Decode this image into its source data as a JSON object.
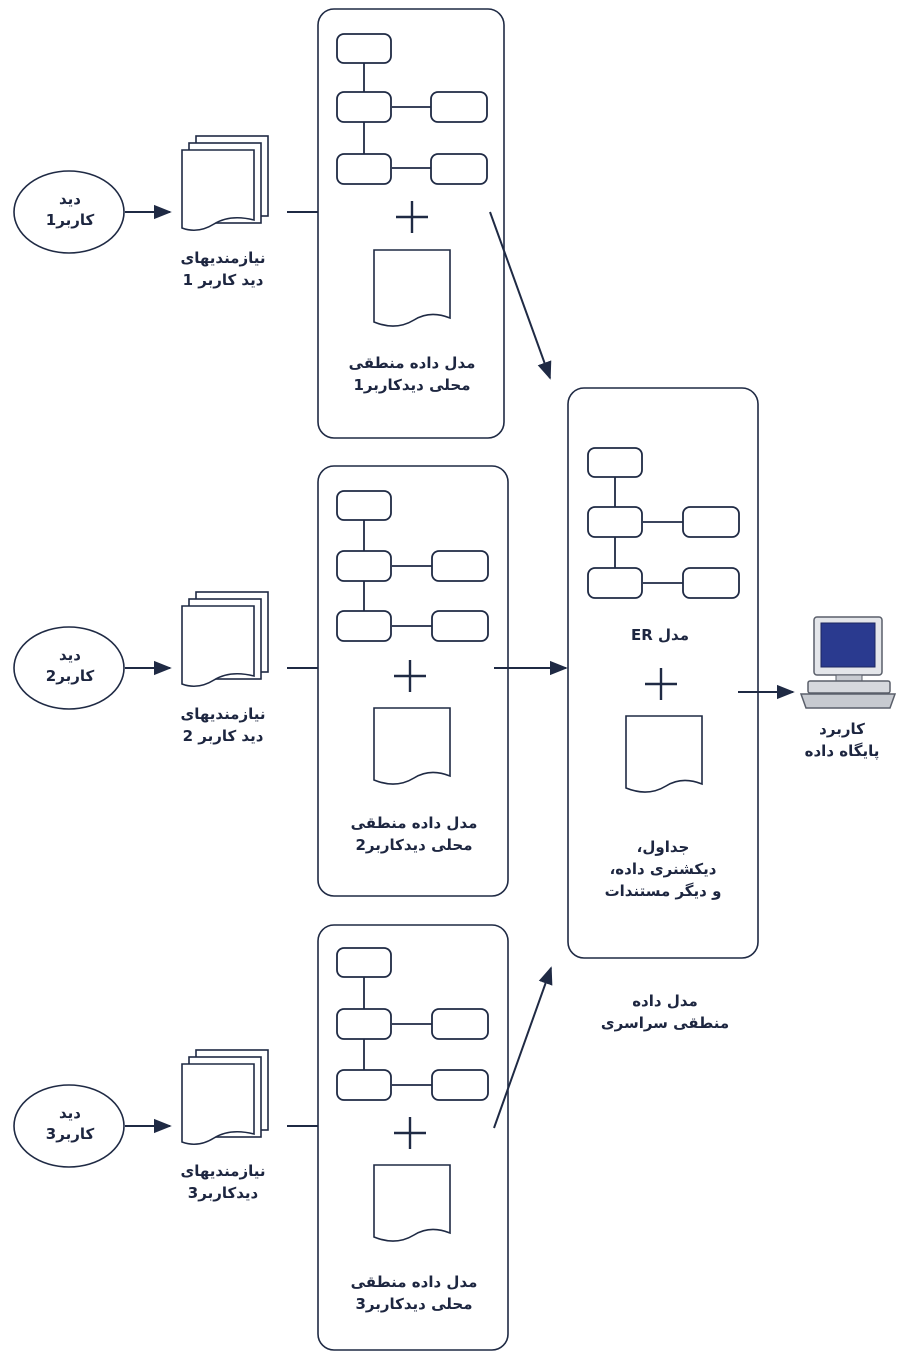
{
  "users": [
    {
      "view_label_line1": "دید",
      "view_label_line2": "کاربر1",
      "requirements_line1": "نیازمندیهای",
      "requirements_line2": "دید کاربر 1",
      "model_line1": "مدل داده منطقی",
      "model_line2": "محلی دیدکاربر1"
    },
    {
      "view_label_line1": "دید",
      "view_label_line2": "کاربر2",
      "requirements_line1": "نیازمندیهای",
      "requirements_line2": "دید کاربر 2",
      "model_line1": "مدل داده منطقی",
      "model_line2": "محلی دیدکاربر2"
    },
    {
      "view_label_line1": "دید",
      "view_label_line2": "کاربر3",
      "requirements_line1": "نیازمندیهای",
      "requirements_line2": "دیدکاربر3",
      "model_line1": "مدل داده منطقی",
      "model_line2": "محلی دیدکاربر3"
    }
  ],
  "global_model": {
    "er_label": "مدل ER",
    "docs_line1": "جداول،",
    "docs_line2": "دیکشنری داده،",
    "docs_line3": "و دیگر مستندات",
    "caption_line1": "مدل داده",
    "caption_line2": "منطقی سراسری"
  },
  "application": {
    "label_line1": "کاربرد",
    "label_line2": "پایگاه داده",
    "icon": "computer-icon"
  },
  "colors": {
    "ink": "#1f2a44",
    "screen": "#2a3a8f"
  }
}
